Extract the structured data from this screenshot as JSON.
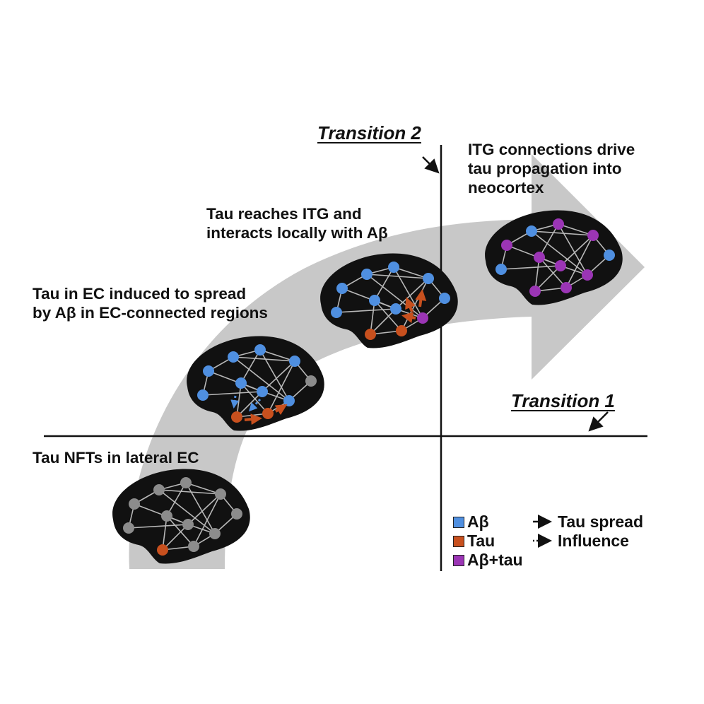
{
  "colors": {
    "ab": "#4f8fe0",
    "tau": "#c8501e",
    "abtau": "#9b35b5",
    "gray": "#8c8c8c",
    "band": "#c8c8c8",
    "brain": "#111111",
    "edge": "#b8b8b8"
  },
  "labels": {
    "stage4": [
      "ITG connections drive",
      "tau propagation into",
      "neocortex"
    ],
    "stage3": [
      "Tau reaches ITG and",
      "interacts locally with Aβ"
    ],
    "stage2": [
      "Tau in EC induced to spread",
      "by Aβ in EC-connected regions"
    ],
    "stage1": [
      "Tau NFTs in lateral EC"
    ]
  },
  "transitions": {
    "t1": "Transition 1",
    "t2": "Transition 2"
  },
  "legend": {
    "ab": "Aβ",
    "tau": "Tau",
    "abtau": "Aβ+tau",
    "spread": "Tau spread",
    "influence": "Influence"
  },
  "brains": [
    {
      "name": "brain-lateral-ec",
      "nodes": [
        "gray",
        "gray",
        "gray",
        "gray",
        "gray",
        "gray",
        "gray",
        "gray",
        "gray",
        "gray",
        "tau"
      ]
    },
    {
      "name": "brain-ec-spread",
      "nodes": [
        "ab",
        "ab",
        "ab",
        "ab",
        "gray",
        "ab",
        "ab",
        "ab",
        "ab",
        "tau",
        "tau"
      ]
    },
    {
      "name": "brain-itg",
      "nodes": [
        "ab",
        "ab",
        "ab",
        "ab",
        "ab",
        "ab",
        "ab",
        "ab",
        "abtau",
        "tau",
        "tau"
      ]
    },
    {
      "name": "brain-neocortex",
      "nodes": [
        "abtau",
        "ab",
        "abtau",
        "abtau",
        "ab",
        "abtau",
        "abtau",
        "ab",
        "abtau",
        "abtau",
        "abtau"
      ]
    }
  ]
}
